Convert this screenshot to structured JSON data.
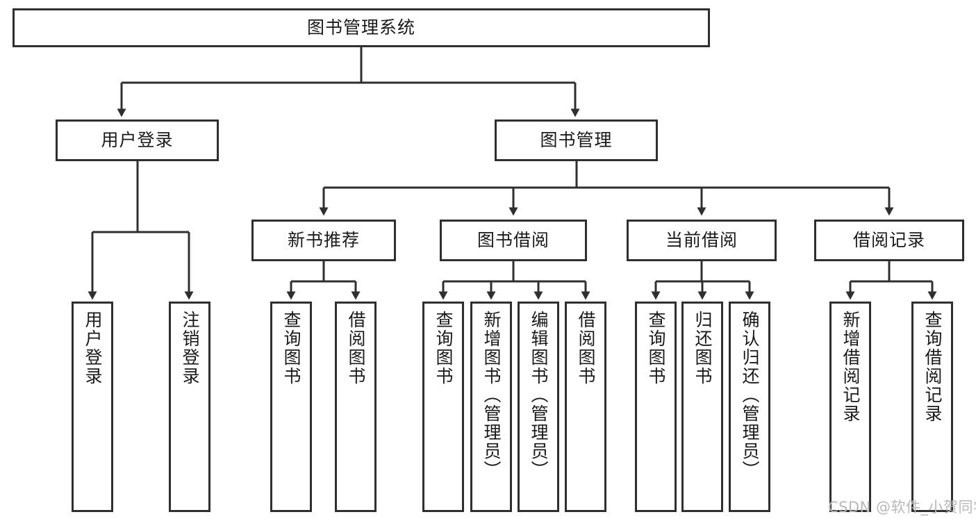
{
  "diagram": {
    "title": "图书管理系统",
    "type": "tree-hierarchy-chart",
    "orientation": "top-down",
    "edge_color": "#2f2f2f",
    "box_border_color": "#2f2f2f",
    "box_fill_color": "#ffffff",
    "background_color": "#ffffff"
  },
  "nodes": {
    "root": {
      "label": "图书管理系统"
    },
    "level2": [
      {
        "label": "用户登录"
      },
      {
        "label": "图书管理"
      }
    ],
    "level3": [
      {
        "label": "新书推荐"
      },
      {
        "label": "图书借阅"
      },
      {
        "label": "当前借阅"
      },
      {
        "label": "借阅记录"
      }
    ],
    "leaves": {
      "user_login": [
        {
          "label": "用户登录"
        },
        {
          "label": "注销登录"
        }
      ],
      "new_book_recommend": [
        {
          "label": "查询图书"
        },
        {
          "label": "借阅图书"
        }
      ],
      "book_borrow": [
        {
          "label": "查询图书"
        },
        {
          "label": "新增图书（管理员）"
        },
        {
          "label": "编辑图书（管理员）"
        },
        {
          "label": "借阅图书"
        }
      ],
      "current_borrow": [
        {
          "label": "查询图书"
        },
        {
          "label": "归还图书"
        },
        {
          "label": "确认归还（管理员）"
        }
      ],
      "borrow_records": [
        {
          "label": "新增借阅记录"
        },
        {
          "label": "查询借阅记录"
        }
      ]
    }
  },
  "watermark": {
    "text": "CSDN @软件_小贺同学"
  }
}
